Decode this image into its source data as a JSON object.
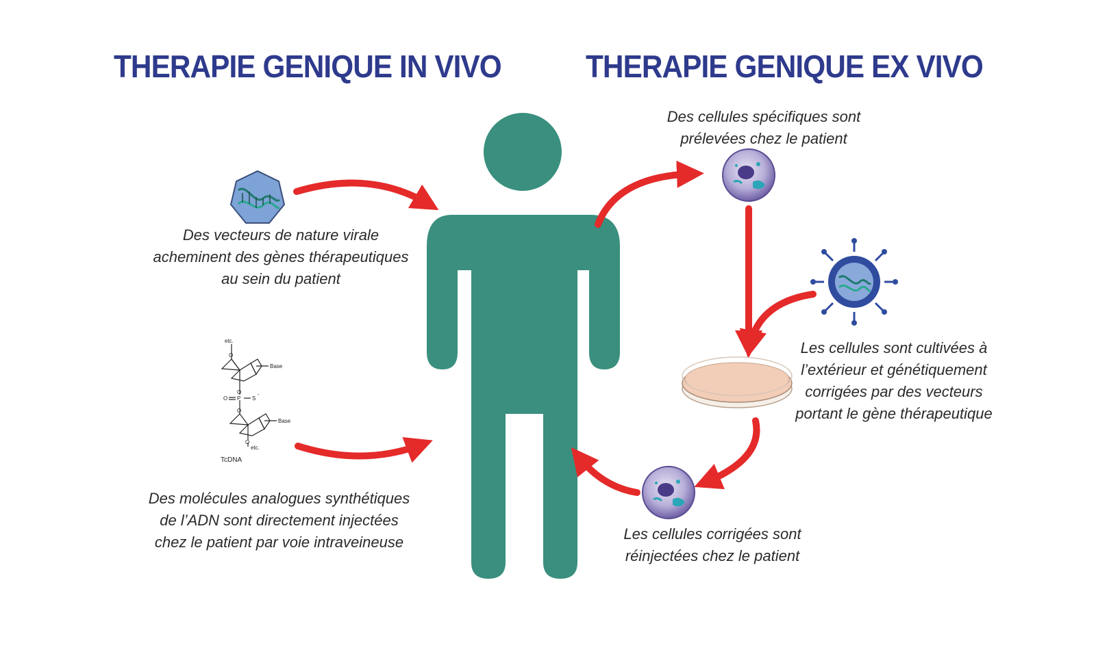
{
  "headings": {
    "in_vivo": "THERAPIE GENIQUE IN VIVO",
    "ex_vivo": "THERAPIE GENIQUE EX VIVO"
  },
  "captions": {
    "viral_vectors": [
      "Des vecteurs de nature virale",
      "acheminent  des gènes thérapeutiques",
      "au sein du patient"
    ],
    "synthetic_molecules": [
      "Des molécules analogues synthétiques",
      "de l’ADN sont directement injectées",
      "chez le patient par voie intraveineuse"
    ],
    "cells_collected": [
      "Des cellules spécifiques sont",
      "prélevées chez le patient"
    ],
    "cells_cultured": [
      "Les cellules sont cultivées à",
      "l’extérieur et génétiquement",
      "corrigées par des vecteurs",
      "portant le gène thérapeutique"
    ],
    "cells_reinjected": [
      "Les cellules corrigées sont",
      "réinjectées chez le patient"
    ]
  },
  "chemistry": {
    "label": "TcDNA",
    "base_top": "Base",
    "base_bottom": "Base",
    "etc_top": "etc.",
    "etc_bottom": "etc.",
    "sulfur": "S",
    "minus": "-",
    "oxygen": "O",
    "phosphorus": "P"
  },
  "colors": {
    "heading": "#2e3a8c",
    "person": "#3a8f7e",
    "arrow": "#e52a2a",
    "virus_fill": "#7ea3d6",
    "virus_ring": "#2f4c9e",
    "dish": "#f2cdb7"
  },
  "icons": [
    "person-icon",
    "dna-vector-icon",
    "cell-icon",
    "virus-icon",
    "petri-dish-icon",
    "molecule-structure-icon"
  ]
}
